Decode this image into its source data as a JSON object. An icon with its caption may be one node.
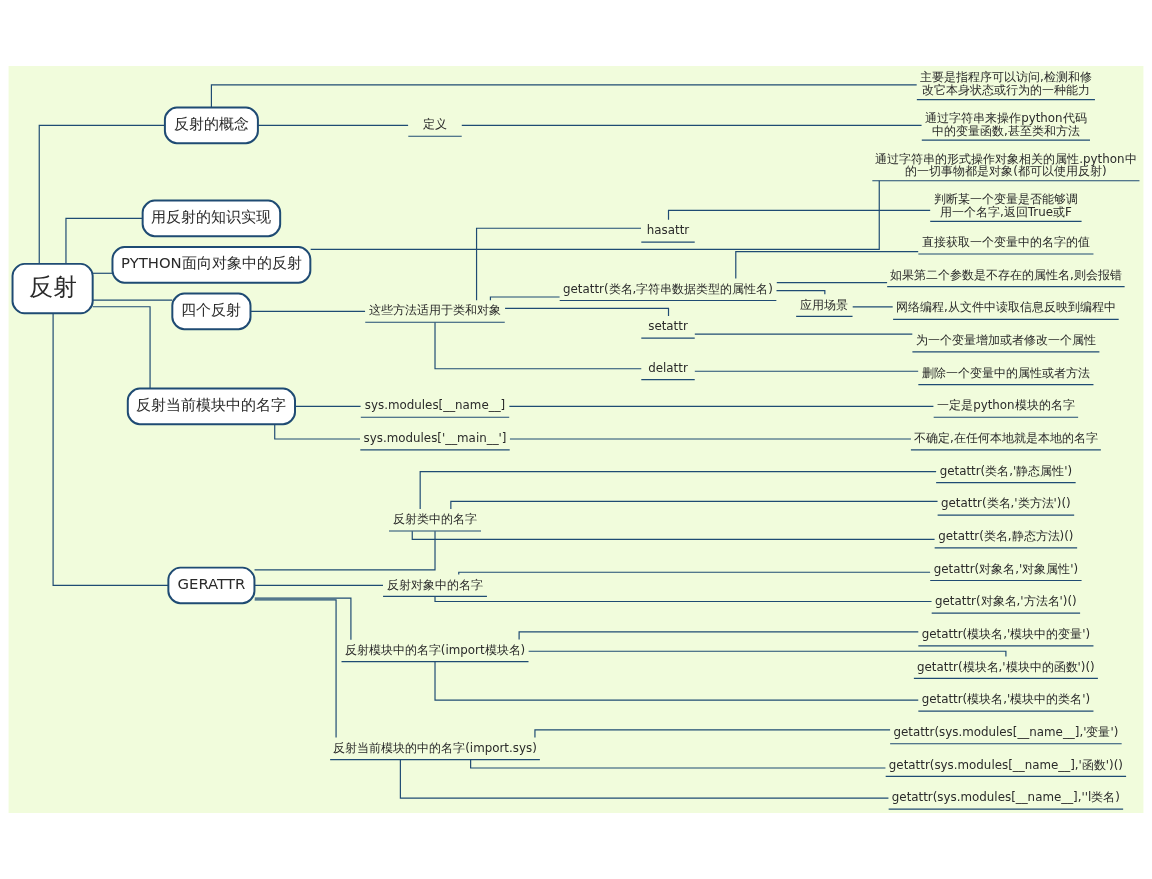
{
  "diagram": {
    "nodes": [
      {
        "text": [
          "反射"
        ]
      },
      {
        "text": [
          "反射的概念"
        ]
      },
      {
        "text": [
          "主要是指程序可以访问,检测和修改它本身状态或行为的一种能力"
        ]
      },
      {
        "text": [
          "定义"
        ]
      },
      {
        "text": [
          "通过字符串来操作python代码中的变量函数,甚至类和方法"
        ]
      },
      {
        "text": [
          "用反射的知识实现"
        ]
      },
      {
        "text": [
          "PYTHON面向对象中的反射"
        ]
      },
      {
        "text": [
          "通过字符串的形式操作对象相关的属性.python中的一切事物都是对象(都可以使用反射)"
        ]
      },
      {
        "text": [
          "四个反射"
        ]
      },
      {
        "text": [
          "这些方法适用于类和对象"
        ]
      },
      {
        "text": [
          "hasattr"
        ]
      },
      {
        "text": [
          "判断某一个变量是否能够调用一个名字,返回True或F"
        ]
      },
      {
        "text": [
          "getattr(类名,字符串数据类型的属性名)"
        ]
      },
      {
        "text": [
          "直接获取一个变量中的名字的值"
        ]
      },
      {
        "text": [
          "如果第二个参数是不存在的属性名,则会报错"
        ]
      },
      {
        "text": [
          "应用场景"
        ]
      },
      {
        "text": [
          "网络编程,从文件中读取信息反映到编程中"
        ]
      },
      {
        "text": [
          "setattr"
        ]
      },
      {
        "text": [
          "为一个变量增加或者修改一个属性"
        ]
      },
      {
        "text": [
          "delattr"
        ]
      },
      {
        "text": [
          "删除一个变量中的属性或者方法"
        ]
      },
      {
        "text": [
          "反射当前模块中的名字"
        ]
      },
      {
        "text": [
          "sys.modules[__name__]"
        ]
      },
      {
        "text": [
          "一定是python模块的名字"
        ]
      },
      {
        "text": [
          "sys.modules['__main__']"
        ]
      },
      {
        "text": [
          "不确定,在任何本地就是本地的名字"
        ]
      },
      {
        "text": [
          "GERATTR"
        ]
      },
      {
        "text": [
          "反射类中的名字"
        ]
      },
      {
        "text": [
          "getattr(类名,'静态属性')"
        ]
      },
      {
        "text": [
          "getattr(类名,'类方法')()"
        ]
      },
      {
        "text": [
          "getattr(类名,静态方法)()"
        ]
      },
      {
        "text": [
          "反射对象中的名字"
        ]
      },
      {
        "text": [
          "getattr(对象名,'对象属性')"
        ]
      },
      {
        "text": [
          "getattr(对象名,'方法名')()"
        ]
      },
      {
        "text": [
          "反射模块中的名字(import模块名)"
        ]
      },
      {
        "text": [
          "getattr(模块名,'模块中的变量')"
        ]
      },
      {
        "text": [
          "getattr(模块名,'模块中的函数')()"
        ]
      },
      {
        "text": [
          "getattr(模块名,'模块中的类名')"
        ]
      },
      {
        "text": [
          "反射当前模块的中的名字(import.sys)"
        ]
      },
      {
        "text": [
          "getattr(sys.modules[__name__],'变量')"
        ]
      },
      {
        "text": [
          "getattr(sys.modules[__name__],'函数')()"
        ]
      },
      {
        "text": [
          "getattr(sys.modules[__name__],''l类名)"
        ]
      }
    ],
    "edges": [
      {
        "from": 0,
        "to": 1,
        "arrow": "none"
      },
      {
        "from": 0,
        "to": 5,
        "arrow": "none"
      },
      {
        "from": 0,
        "to": 6,
        "arrow": "none"
      },
      {
        "from": 0,
        "to": 8,
        "arrow": "none"
      },
      {
        "from": 0,
        "to": 21,
        "arrow": "none"
      },
      {
        "from": 0,
        "to": 26,
        "arrow": "none"
      },
      {
        "from": 1,
        "to": 2,
        "arrow": "none"
      },
      {
        "from": 1,
        "to": 3,
        "arrow": "none"
      },
      {
        "from": 3,
        "to": 4,
        "arrow": "none"
      },
      {
        "from": 6,
        "to": 7,
        "arrow": "none"
      },
      {
        "from": 8,
        "to": 9,
        "arrow": "none"
      },
      {
        "from": 9,
        "to": 10,
        "arrow": "none"
      },
      {
        "from": 10,
        "to": 11,
        "arrow": "none"
      },
      {
        "from": 9,
        "to": 12,
        "arrow": "none"
      },
      {
        "from": 12,
        "to": 13,
        "arrow": "none"
      },
      {
        "from": 12,
        "to": 14,
        "arrow": "none"
      },
      {
        "from": 12,
        "to": 15,
        "arrow": "none"
      },
      {
        "from": 15,
        "to": 16,
        "arrow": "none"
      },
      {
        "from": 9,
        "to": 17,
        "arrow": "none"
      },
      {
        "from": 17,
        "to": 18,
        "arrow": "none"
      },
      {
        "from": 9,
        "to": 19,
        "arrow": "none"
      },
      {
        "from": 19,
        "to": 20,
        "arrow": "none"
      },
      {
        "from": 21,
        "to": 22,
        "arrow": "none"
      },
      {
        "from": 22,
        "to": 23,
        "arrow": "none"
      },
      {
        "from": 21,
        "to": 24,
        "arrow": "none"
      },
      {
        "from": 24,
        "to": 25,
        "arrow": "none"
      },
      {
        "from": 26,
        "to": 27,
        "arrow": "none"
      },
      {
        "from": 27,
        "to": 28,
        "arrow": "none"
      },
      {
        "from": 27,
        "to": 29,
        "arrow": "none"
      },
      {
        "from": 27,
        "to": 30,
        "arrow": "none"
      },
      {
        "from": 26,
        "to": 31,
        "arrow": "none"
      },
      {
        "from": 31,
        "to": 32,
        "arrow": "none"
      },
      {
        "from": 31,
        "to": 33,
        "arrow": "none"
      },
      {
        "from": 26,
        "to": 34,
        "arrow": "none"
      },
      {
        "from": 34,
        "to": 35,
        "arrow": "none"
      },
      {
        "from": 34,
        "to": 36,
        "arrow": "none"
      },
      {
        "from": 34,
        "to": 37,
        "arrow": "none"
      },
      {
        "from": 26,
        "to": 38,
        "arrow": "none"
      },
      {
        "from": 38,
        "to": 39,
        "arrow": "none"
      },
      {
        "from": 38,
        "to": 40,
        "arrow": "none"
      },
      {
        "from": 38,
        "to": 41,
        "arrow": "none"
      }
    ]
  }
}
